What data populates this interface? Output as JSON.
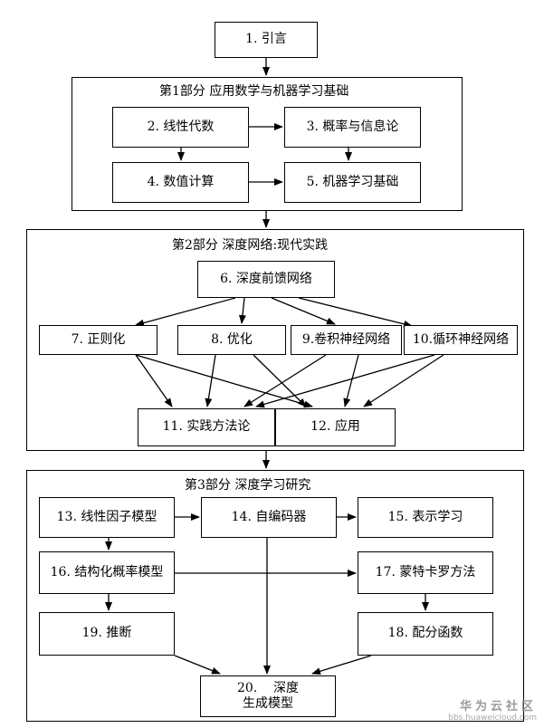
{
  "intro": "1. 引言",
  "part1": {
    "title": "第1部分   应用数学与机器学习基础",
    "n2": "2. 线性代数",
    "n3": "3. 概率与信息论",
    "n4": "4. 数值计算",
    "n5": "5. 机器学习基础"
  },
  "part2": {
    "title": "第2部分   深度网络:现代实践",
    "n6": "6. 深度前馈网络",
    "n7": "7. 正则化",
    "n8": "8. 优化",
    "n9": "9.卷积神经网络",
    "n10": "10.循环神经网络",
    "n11": "11. 实践方法论",
    "n12": "12. 应用"
  },
  "part3": {
    "title": "第3部分   深度学习研究",
    "n13": "13. 线性因子模型",
    "n14": "14. 自编码器",
    "n15": "15. 表示学习",
    "n16": "16. 结构化概率模型",
    "n17": "17. 蒙特卡罗方法",
    "n18": "18. 配分函数",
    "n19": "19. 推断",
    "n20_line1": "20.    深度",
    "n20_line2": "生成模型"
  },
  "watermark": {
    "main": "华为云社区",
    "sub": "bbs.huaweicloud.com"
  }
}
